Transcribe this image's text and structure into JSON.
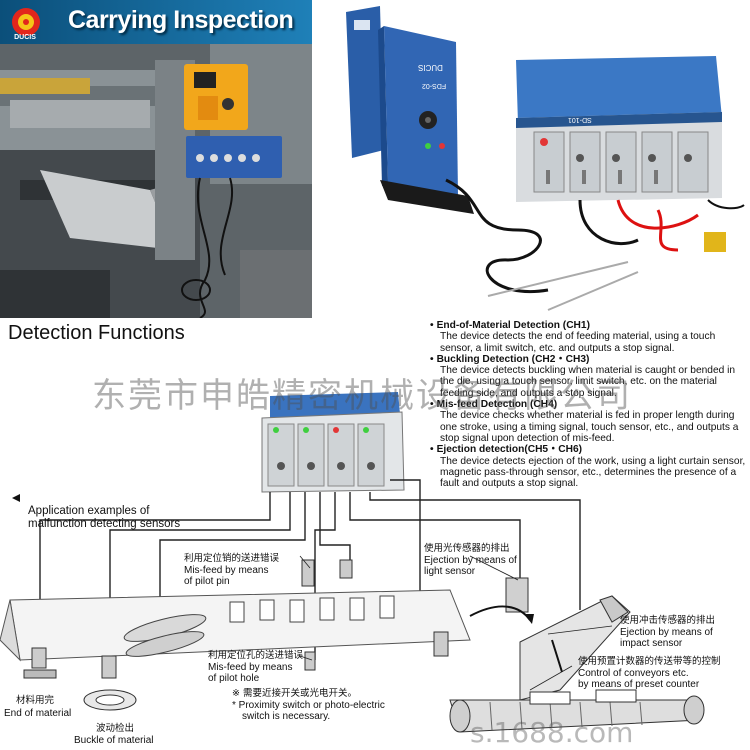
{
  "header": {
    "title": "Carrying Inspection",
    "logo_text": "DUCIS"
  },
  "device_labels": {
    "sensor_brand": "DUCIS",
    "sensor_model": "FDS-02",
    "controller_model": "SD-101"
  },
  "section": {
    "title": "Detection Functions"
  },
  "functions": [
    {
      "title": "End-of-Material Detection (CH1)",
      "body": "The device detects the end of feeding material, using a touch sensor, a limit switch, etc. and outputs a stop signal."
    },
    {
      "title": "Buckling Detection (CH2・CH3)",
      "body": "The device detects buckling when material is caught or bended in the die, using a touch sensor, limit switch, etc. on the material feeding side, and outputs a stop signal."
    },
    {
      "title": "Mis-feed Detection (CH4)",
      "body": "The device checks whether material is fed in proper length during one stroke, using a timing signal, touch sensor, etc., and outputs a stop signal upon detection of mis-feed."
    },
    {
      "title": "Ejection detection(CH5・CH6)",
      "body": "The device detects ejection of the work, using a light curtain sensor, magnetic pass-through sensor, etc., determines the presence of a fault and outputs a stop signal."
    }
  ],
  "watermark": {
    "company": "东莞市申皓精密机械设备有限公司",
    "site": "s.1688.com"
  },
  "application": {
    "heading_line1": "Application examples of",
    "heading_line2": "malfunction detecting sensors"
  },
  "labels": {
    "pilot_pin_zh": "利用定位销的送进错误",
    "pilot_pin_en1": "Mis-feed by means",
    "pilot_pin_en2": "of pilot pin",
    "light_zh": "使用光传感器的排出",
    "light_en1": "Ejection by means of",
    "light_en2": "light sensor",
    "impact_zh": "使用冲击传感器的排出",
    "impact_en1": "Ejection by means of",
    "impact_en2": "impact sensor",
    "counter_zh": "使用预置计数器的传送带等的控制",
    "counter_en1": "Control of conveyors etc.",
    "counter_en2": "by means of preset counter",
    "pilot_hole_zh": "利用定位孔的送进错误",
    "pilot_hole_en1": "Mis-feed by means",
    "pilot_hole_en2": "of pilot hole",
    "note_zh": "※ 需要近接开关或光电开关。",
    "note_en1": "* Proximity switch or photo-electric",
    "note_en2": "switch is necessary.",
    "end_zh": "材料用完",
    "end_en": "End of material",
    "buckle_zh": "波动检出",
    "buckle_en": "Buckle of material"
  },
  "colors": {
    "panel_blue": "#1f5fa8",
    "banner_blue": "#0b4f7a",
    "sensor_blue": "#2a5ea8"
  }
}
